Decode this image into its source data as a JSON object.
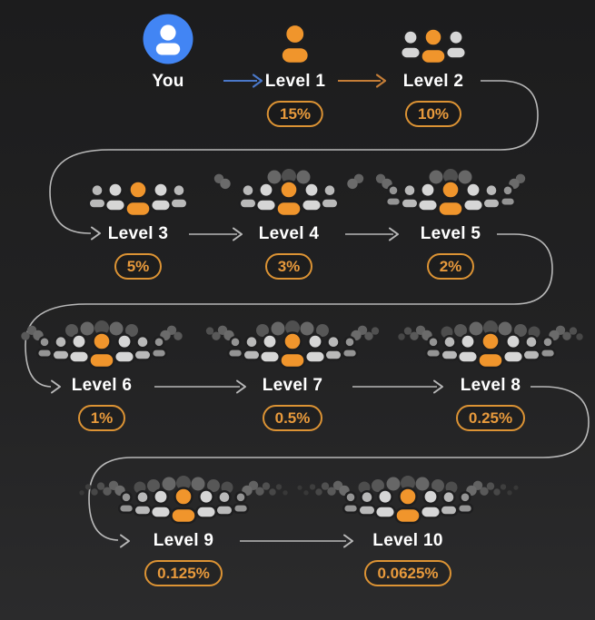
{
  "palette": {
    "background_top": "#1c1c1d",
    "background_bottom": "#2b2b2c",
    "accent_orange": "#f0952c",
    "badge_border_orange": "#dc9334",
    "badge_text_orange": "#e89a3c",
    "avatar_blue": "#4285f4",
    "arrow_blue": "#4e80d8",
    "arrow_orange": "#d4873a",
    "arrow_gray": "#c6c6c6",
    "label_white": "#ffffff",
    "person_light_gray": "#d6d6d6",
    "person_mid_gray": "#b9b9b9",
    "person_dark_gray": "#949494"
  },
  "nodes": [
    {
      "id": "you",
      "label": "You",
      "icon": "user-avatar-icon",
      "percent": null,
      "people_shown": 1
    },
    {
      "id": "level-1",
      "label": "Level 1",
      "icon": "single-person-icon",
      "percent": "15%",
      "people_shown": 1
    },
    {
      "id": "level-2",
      "label": "Level 2",
      "icon": "crowd-icon",
      "percent": "10%",
      "people_shown": 3
    },
    {
      "id": "level-3",
      "label": "Level 3",
      "icon": "crowd-icon",
      "percent": "5%",
      "people_shown": 5
    },
    {
      "id": "level-4",
      "label": "Level 4",
      "icon": "crowd-icon",
      "percent": "3%",
      "people_shown": 9
    },
    {
      "id": "level-5",
      "label": "Level 5",
      "icon": "crowd-icon",
      "percent": "2%",
      "people_shown": 11
    },
    {
      "id": "level-6",
      "label": "Level 6",
      "icon": "crowd-icon",
      "percent": "1%",
      "people_shown": 13
    },
    {
      "id": "level-7",
      "label": "Level 7",
      "icon": "crowd-icon",
      "percent": "0.5%",
      "people_shown": 15
    },
    {
      "id": "level-8",
      "label": "Level 8",
      "icon": "crowd-icon",
      "percent": "0.25%",
      "people_shown": 17
    },
    {
      "id": "level-9",
      "label": "Level 9",
      "icon": "crowd-icon",
      "percent": "0.125%",
      "people_shown": 21
    },
    {
      "id": "level-10",
      "label": "Level 10",
      "icon": "crowd-icon",
      "percent": "0.0625%",
      "people_shown": 23
    }
  ],
  "connectors": [
    {
      "from": "you",
      "to": "level-1",
      "style": "blue"
    },
    {
      "from": "level-1",
      "to": "level-2",
      "style": "orange"
    },
    {
      "from": "level-2",
      "to": "level-3",
      "style": "gray"
    },
    {
      "from": "level-3",
      "to": "level-4",
      "style": "gray"
    },
    {
      "from": "level-4",
      "to": "level-5",
      "style": "gray"
    },
    {
      "from": "level-5",
      "to": "level-6",
      "style": "gray"
    },
    {
      "from": "level-6",
      "to": "level-7",
      "style": "gray"
    },
    {
      "from": "level-7",
      "to": "level-8",
      "style": "gray"
    },
    {
      "from": "level-8",
      "to": "level-9",
      "style": "gray"
    },
    {
      "from": "level-9",
      "to": "level-10",
      "style": "gray"
    }
  ]
}
